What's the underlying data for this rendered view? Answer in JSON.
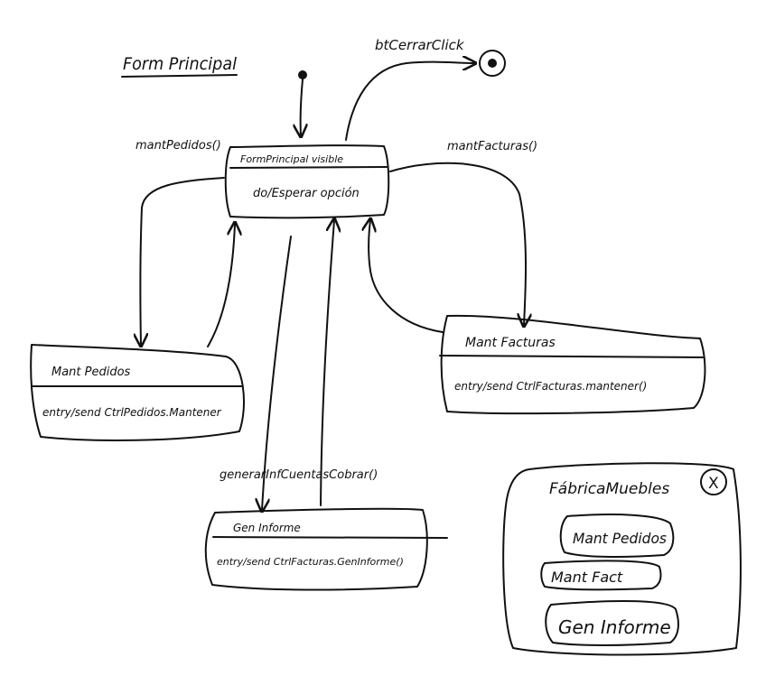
{
  "title": "Form Principal",
  "initial_label": "",
  "final_transition": {
    "label": "btCerrarClick"
  },
  "states": {
    "principal": {
      "name": "FormPrincipal visible",
      "activity": "do/Esperar opción"
    },
    "pedidos": {
      "name": "Mant Pedidos",
      "activity": "entry/send CtrlPedidos.Mantener"
    },
    "facturas": {
      "name": "Mant Facturas",
      "activity": "entry/send CtrlFacturas.mantener()"
    },
    "informe": {
      "name": "Gen Informe",
      "activity": "entry/send CtrlFacturas.GenInforme()"
    }
  },
  "transitions": {
    "to_pedidos": "mantPedidos()",
    "to_facturas": "mantFacturas()",
    "to_informe": "generarInfCuentasCobrar()"
  },
  "mockup": {
    "window_title": "FábricaMuebles",
    "close_glyph": "X",
    "buttons": [
      "Mant Pedidos",
      "Mant Fact",
      "Gen Informe"
    ]
  }
}
